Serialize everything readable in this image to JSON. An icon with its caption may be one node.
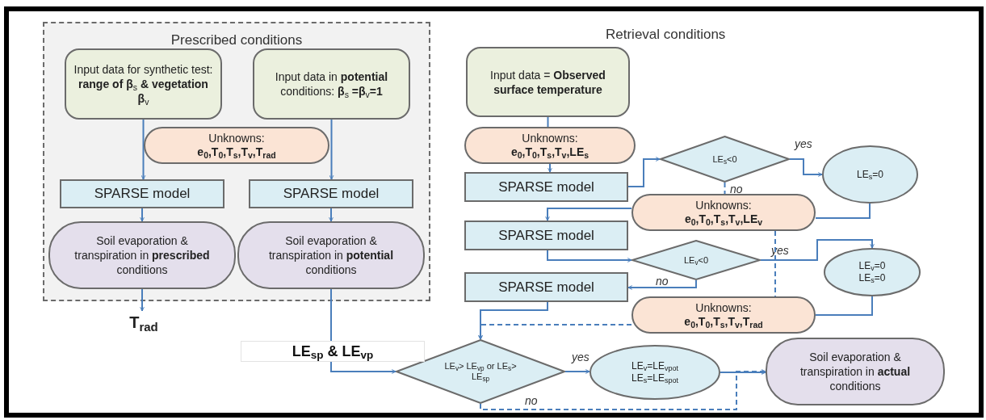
{
  "diagram": {
    "nodes": [
      {
        "text": [
          "Prescribed conditions"
        ]
      },
      {
        "text": [
          "Input data for synthetic test: **range of β**$_{s}$ **& vegetation β**$_{v}$"
        ],
        "in": 0
      },
      {
        "text": [
          "Input data in **potential** conditions: **β**$_{s}$ **=β**$_{v}$**=1**"
        ],
        "in": 0
      },
      {
        "text": [
          "Unknowns:",
          "e$_{0}$,T$_{0}$,T$_{s}$,T$_{v}$,T$_{rad}$"
        ],
        "in": 0
      },
      {
        "text": [
          "SPARSE model"
        ],
        "in": 0
      },
      {
        "text": [
          "SPARSE model"
        ],
        "in": 0
      },
      {
        "text": [
          "Soil evaporation & transpiration in **prescribed** conditions"
        ],
        "in": 0
      },
      {
        "text": [
          "Soil evaporation & transpiration in **potential** conditions"
        ],
        "in": 0
      },
      {
        "text": [
          "T$_{rad}$"
        ]
      },
      {
        "text": [
          "Input data = **Observed surface temperature**"
        ]
      },
      {
        "text": [
          "Unknowns:",
          "e$_{0}$,T$_{0}$,T$_{s}$,T$_{v}$,LE$_{s}$"
        ]
      },
      {
        "text": [
          "SPARSE model"
        ]
      },
      {
        "text": [
          "LE$_{s}$<0"
        ]
      },
      {
        "text": [
          "LE$_{s}$=0"
        ]
      },
      {
        "text": [
          "Unknowns:",
          "e$_{0}$,T$_{0}$,T$_{s}$,T$_{v}$,LE$_{v}$"
        ]
      },
      {
        "text": [
          "SPARSE model"
        ]
      },
      {
        "text": [
          "LE$_{v}$<0"
        ]
      },
      {
        "text": [
          "LE$_{v}$=0",
          "LE$_{s}$=0"
        ]
      },
      {
        "text": [
          "SPARSE model"
        ]
      },
      {
        "text": [
          "Unknowns:",
          "e$_{0}$,T$_{0}$,T$_{s}$,T$_{v}$,T$_{rad}$"
        ]
      },
      {
        "text": [
          "LE$_{v}$> LE$_{vp}$ or LE$_{s}$> LE$_{sp}$"
        ]
      },
      {
        "text": [
          "LE$_{v}$=LE$_{vpot}$",
          "LE$_{s}$=LE$_{spot}$"
        ]
      },
      {
        "text": [
          "Soil evaporation & transpiration in **actual** conditions"
        ]
      }
    ],
    "edges": [
      {
        "from": 1,
        "to": 4,
        "arrow": "to"
      },
      {
        "from": 2,
        "to": 5,
        "arrow": "to"
      },
      {
        "from": 4,
        "to": 6,
        "arrow": "to"
      },
      {
        "from": 5,
        "to": 7,
        "arrow": "to"
      },
      {
        "from": 6,
        "to": 8,
        "arrow": "to"
      },
      {
        "from": 7,
        "to": 20,
        "arrow": "to",
        "label": "LE$_{sp}$ & LE$_{vp}$"
      },
      {
        "from": 9,
        "to": 10,
        "arrow": "none"
      },
      {
        "from": 10,
        "to": 11,
        "arrow": "to"
      },
      {
        "from": 11,
        "to": 12,
        "arrow": "to"
      },
      {
        "from": 12,
        "to": 13,
        "arrow": "to",
        "label": "yes"
      },
      {
        "from": 12,
        "to": 14,
        "arrow": "none",
        "label": "no",
        "style": "dashed"
      },
      {
        "from": 13,
        "to": 14,
        "arrow": "none"
      },
      {
        "from": 14,
        "to": 15,
        "arrow": "to"
      },
      {
        "from": 15,
        "to": 16,
        "arrow": "to"
      },
      {
        "from": 16,
        "to": 17,
        "arrow": "to",
        "label": "yes"
      },
      {
        "from": 16,
        "to": 18,
        "arrow": "to",
        "label": "no"
      },
      {
        "from": 17,
        "to": 19,
        "arrow": "none"
      },
      {
        "from": 14,
        "to": 19,
        "arrow": "none",
        "style": "dashed"
      },
      {
        "from": 18,
        "to": 20,
        "arrow": "to"
      },
      {
        "from": 19,
        "to": 20,
        "arrow": "to",
        "style": "dashed"
      },
      {
        "from": 20,
        "to": 21,
        "arrow": "to",
        "label": "yes"
      },
      {
        "from": 21,
        "to": 22,
        "arrow": "to"
      },
      {
        "from": 20,
        "to": 22,
        "arrow": "to",
        "label": "no",
        "style": "dashed"
      }
    ],
    "labels": [
      "Retrieval conditions"
    ]
  }
}
